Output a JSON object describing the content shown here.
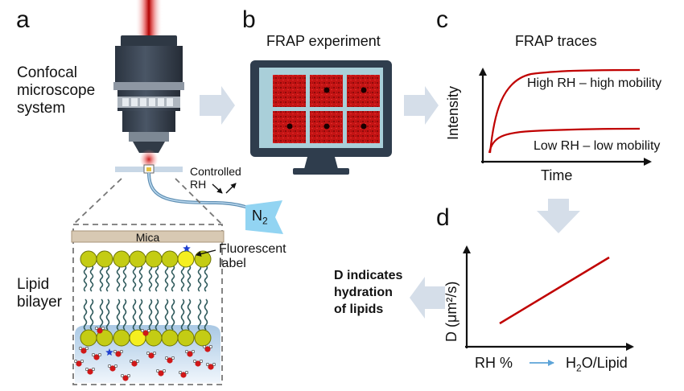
{
  "panels": {
    "a": "a",
    "b": "b",
    "c": "c",
    "d": "d"
  },
  "panel_a": {
    "microscope_label_lines": [
      "Confocal",
      "microscope",
      "system"
    ],
    "controlled_rh_lines": [
      "Controlled",
      "RH"
    ],
    "gas_label": "N",
    "gas_subscript": "2",
    "mica_label": "Mica",
    "fluorescent_label_lines": [
      "Fluorescent",
      "label"
    ],
    "bilayer_label_lines": [
      "Lipid",
      "bilayer"
    ]
  },
  "panel_b": {
    "title": "FRAP experiment"
  },
  "panel_c": {
    "title": "FRAP traces",
    "ylabel": "Intensity",
    "xlabel": "Time",
    "high_label": "High RH – high mobility",
    "low_label": "Low RH – low mobility"
  },
  "panel_d": {
    "ylabel": "D (μm²/s)",
    "x_left": "RH %",
    "x_right_main": "H",
    "x_right_sub": "2",
    "x_right_rest": "O/Lipid",
    "conclusion_lines": [
      "D indicates",
      "hydration",
      "of lipids"
    ]
  },
  "colors": {
    "curve_red": "#c00000",
    "panel_arrow": "#d5dee9",
    "mica": "#d8c9b3",
    "lipid_head": "#c4cc14",
    "label_head": "#f5ef20",
    "water": "#d01818",
    "screen_frame": "#2f3d4d",
    "screen_bg": "#a9cfd9"
  }
}
